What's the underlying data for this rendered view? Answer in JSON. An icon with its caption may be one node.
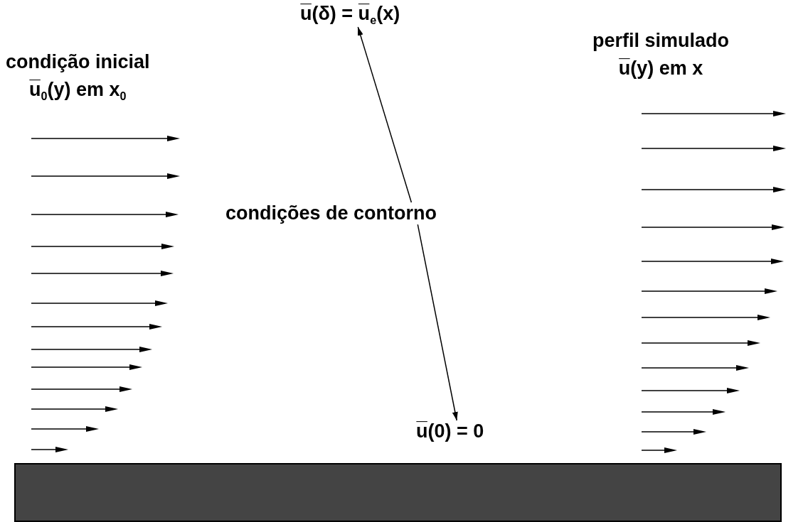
{
  "diagram": {
    "nodes": [
      {
        "text": [
          "condição inicial",
          "u̅$_{0}$(y) em x$_{0}$"
        ]
      },
      {
        "text": [
          "perfil simulado",
          "u̅(y) em x"
        ]
      },
      {
        "text": [
          "u̅(δ) = u̅$_{e}$(x)"
        ]
      },
      {
        "text": [
          "condições de contorno"
        ]
      },
      {
        "text": [
          "u̅(0) = 0"
        ]
      }
    ],
    "edges": [
      {
        "from": 3,
        "to": 2,
        "arrow": "to"
      },
      {
        "from": 3,
        "to": 4,
        "arrow": "to"
      }
    ]
  }
}
